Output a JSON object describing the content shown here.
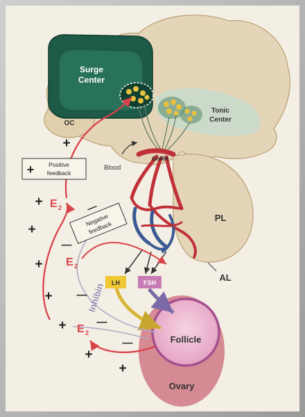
{
  "labels": {
    "surge": [
      "Surge",
      "Center"
    ],
    "tonic": [
      "Tonic",
      "Center"
    ],
    "oc": "OC",
    "gnrh": "GnRH",
    "blood": "Blood",
    "positive_feedback": [
      "Positive",
      "feedback"
    ],
    "negative_feedback": [
      "Negative",
      "feedback"
    ],
    "pl": "PL",
    "al": "AL",
    "lh": "LH",
    "fsh": "FSH",
    "inhibin": "Inhibin",
    "follicle": "Follicle",
    "ovary": "Ovary",
    "e2": "E",
    "e2_sub": "2",
    "plus": "+",
    "minus": "—"
  },
  "colors": {
    "background": "#f4efe4",
    "brain": "#e5d5b8",
    "surge_center": "#1e5a48",
    "tonic_center": "#c9dccb",
    "vessel_red": "#c03038",
    "vessel_blue": "#3b5a93",
    "arrow_red": "#d8434b",
    "lh_box": "#f0c834",
    "fsh_box": "#c77bb4",
    "follicle": "#e8a6c4",
    "ovary": "#d68a93"
  }
}
